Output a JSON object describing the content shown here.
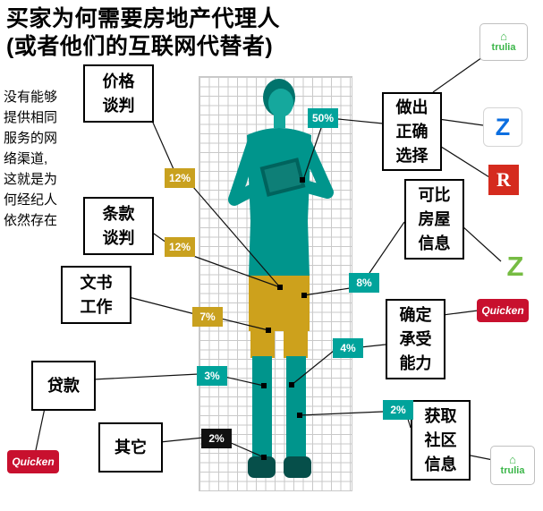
{
  "title": {
    "line1": "买家为何需要房地产代理人",
    "line2": "(或者他们的互联网代替者)"
  },
  "side_note": "没有能够提供相同服务的网络渠道,这就是为何经纪人依然存在",
  "items": [
    {
      "name": "price-negotiation",
      "label": "价格\n谈判",
      "percent": "12%",
      "color": "gold"
    },
    {
      "name": "right-choice",
      "label": "做出\n正确\n选择",
      "percent": "50%",
      "color": "teal"
    },
    {
      "name": "terms-negotiation",
      "label": "条款\n谈判",
      "percent": "12%",
      "color": "gold"
    },
    {
      "name": "comparable-home-info",
      "label": "可比\n房屋\n信息",
      "percent": "8%",
      "color": "teal"
    },
    {
      "name": "paperwork",
      "label": "文书\n工作",
      "percent": "7%",
      "color": "gold"
    },
    {
      "name": "affordability",
      "label": "确定\n承受\n能力",
      "percent": "4%",
      "color": "teal"
    },
    {
      "name": "loan",
      "label": "贷款",
      "percent": "3%",
      "color": "teal"
    },
    {
      "name": "neighborhood-info",
      "label": "获取\n社区\n信息",
      "percent": "2%",
      "color": "teal"
    },
    {
      "name": "other",
      "label": "其它",
      "percent": "2%",
      "color": "black"
    }
  ],
  "logos": {
    "trulia_top": "trulia",
    "trulia_bottom": "trulia",
    "trulia_icon": "⌂",
    "zillow_blue": "Z",
    "zillow_green": "Z",
    "realtor": "R",
    "quicken_right": "Quicken",
    "quicken_left": "Quicken"
  },
  "colors": {
    "teal": "#00A39B",
    "gold": "#C9A11F",
    "black": "#111111",
    "trulia_green": "#3cb64a",
    "zillow_blue": "#0b6ee0",
    "zillow_green": "#76BC43",
    "realtor_red": "#D52B1E",
    "quicken_red": "#C8102E"
  }
}
